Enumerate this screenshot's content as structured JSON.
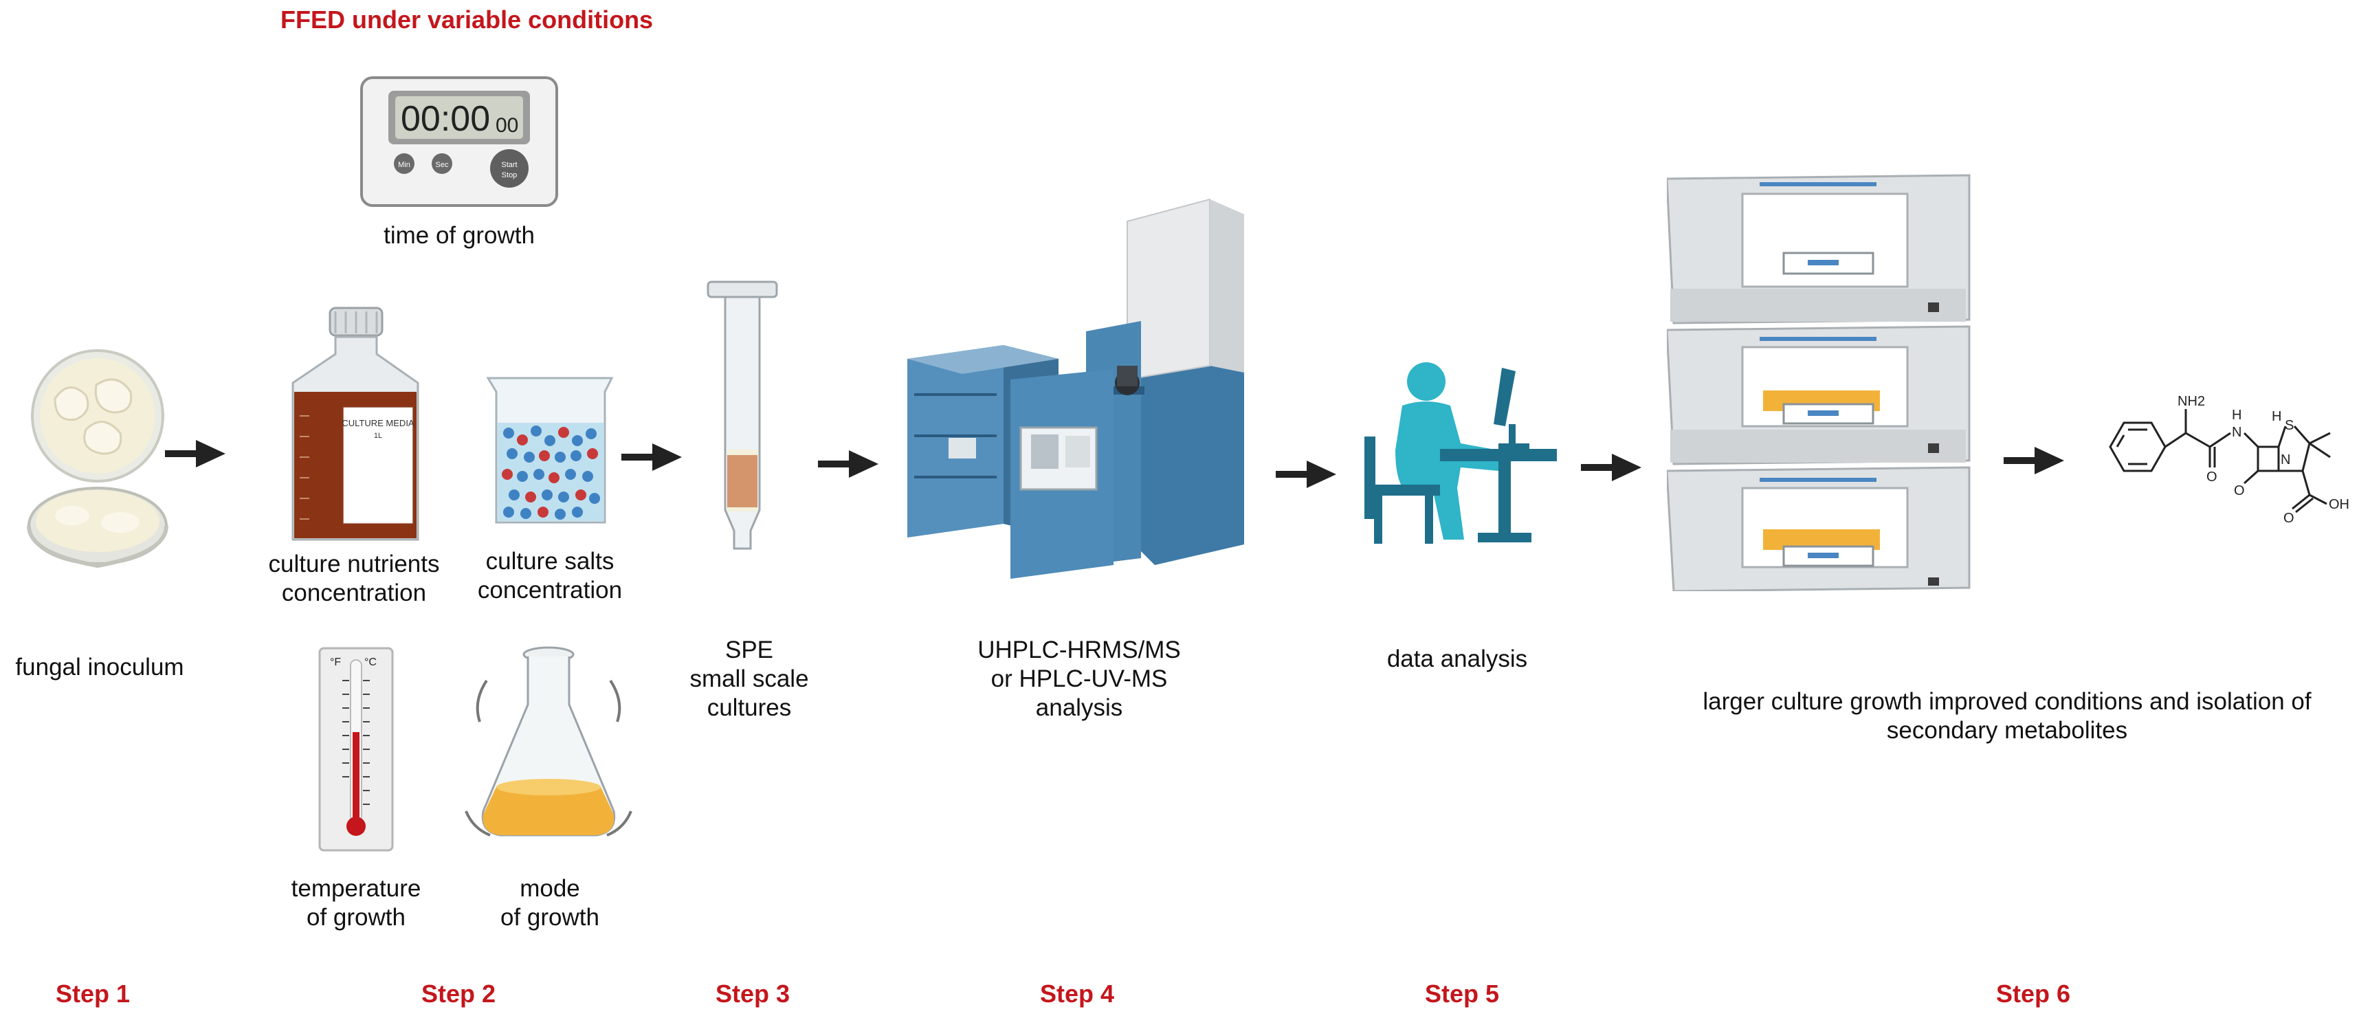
{
  "title": "FFED under variable conditions",
  "colors": {
    "accent_red": "#c4161c",
    "instrument_blue": "#3f7aa6",
    "person_teal": "#2fb4c8",
    "desk_blue": "#1f6f8b",
    "culture_brown": "#8a3415",
    "culture_amber": "#f2b23a"
  },
  "timer": {
    "display": "00:00",
    "display_small": "00",
    "min_label": "Min",
    "sec_label": "Sec",
    "start_label": "Start",
    "stop_label": "Stop"
  },
  "bottle": {
    "label_line1": "CULTURE MEDIA",
    "label_line2": "1L"
  },
  "thermometer": {
    "unit_f": "°F",
    "unit_c": "°C"
  },
  "labels": {
    "fungal_inoculum": "fungal inoculum",
    "time_of_growth": "time of growth",
    "culture_nutrients": "culture nutrients\nconcentration",
    "culture_salts": "culture salts\nconcentration",
    "temperature": "temperature\nof growth",
    "mode": "mode\nof growth",
    "spe": "SPE\nsmall scale\ncultures",
    "uhplc": "UHPLC-HRMS/MS\nor HPLC-UV-MS\nanalysis",
    "data_analysis": "data analysis",
    "larger_culture": "larger culture growth improved conditions and isolation of\nsecondary metabolites"
  },
  "molecule": {
    "nh2": "NH2",
    "h1": "H",
    "n1": "N",
    "h2": "H",
    "s": "S",
    "n2": "N",
    "o1": "O",
    "o2": "O",
    "o3": "O",
    "oh": "OH"
  },
  "steps": [
    "Step 1",
    "Step 2",
    "Step 3",
    "Step 4",
    "Step 5",
    "Step 6"
  ],
  "icons": [
    "petri-dish-icon",
    "timer-icon",
    "culture-bottle-icon",
    "beaker-icon",
    "thermometer-icon",
    "shaking-flask-icon",
    "spe-cartridge-icon",
    "lc-ms-instrument-icon",
    "person-at-computer-icon",
    "incubator-shaker-icon",
    "penicillin-structure-icon",
    "arrow-icon"
  ]
}
